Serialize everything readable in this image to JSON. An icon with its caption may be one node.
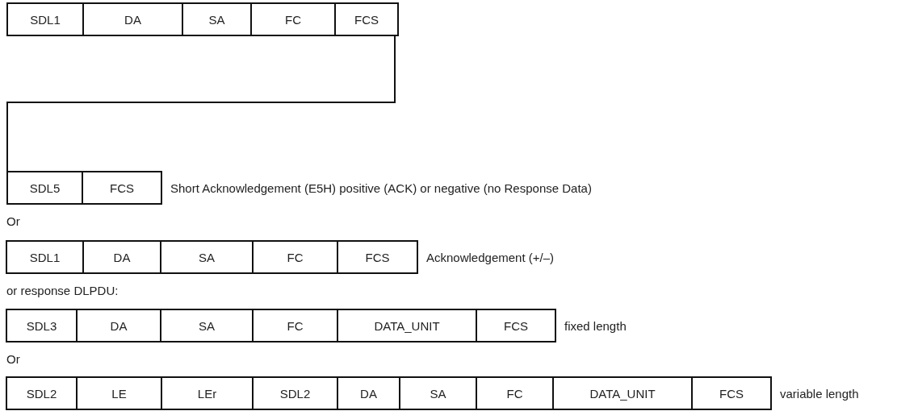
{
  "diagram": {
    "nodes": [
      {
        "text": [],
        "shape": "box"
      },
      {
        "text": [
          "SDL1"
        ],
        "in": 0
      },
      {
        "text": [
          "DA"
        ],
        "in": 0
      },
      {
        "text": [
          "SA"
        ],
        "in": 0
      },
      {
        "text": [
          "FC"
        ],
        "in": 0
      },
      {
        "text": [
          "FCS"
        ],
        "in": 0
      },
      {
        "text": [],
        "shape": "box",
        "beside": [
          "Short Acknowledgement (E5H) positive (ACK) or negative (no Response Data)"
        ]
      },
      {
        "text": [
          "SDL5"
        ],
        "in": 6
      },
      {
        "text": [
          "FCS"
        ],
        "in": 6
      },
      {
        "text": [],
        "shape": "box",
        "beside": [
          "Acknowledgement (+/–)"
        ]
      },
      {
        "text": [
          "SDL1"
        ],
        "in": 9
      },
      {
        "text": [
          "DA"
        ],
        "in": 9
      },
      {
        "text": [
          "SA"
        ],
        "in": 9
      },
      {
        "text": [
          "FC"
        ],
        "in": 9
      },
      {
        "text": [
          "FCS"
        ],
        "in": 9
      },
      {
        "text": [],
        "shape": "box",
        "beside": [
          "fixed length"
        ]
      },
      {
        "text": [
          "SDL3"
        ],
        "in": 15
      },
      {
        "text": [
          "DA"
        ],
        "in": 15
      },
      {
        "text": [
          "SA"
        ],
        "in": 15
      },
      {
        "text": [
          "FC"
        ],
        "in": 15
      },
      {
        "text": [
          "DATA_UNIT"
        ],
        "in": 15
      },
      {
        "text": [
          "FCS"
        ],
        "in": 15
      },
      {
        "text": [],
        "shape": "box",
        "beside": [
          "variable length"
        ]
      },
      {
        "text": [
          "SDL2"
        ],
        "in": 22
      },
      {
        "text": [
          "LE"
        ],
        "in": 22
      },
      {
        "text": [
          "LEr"
        ],
        "in": 22
      },
      {
        "text": [
          "SDL2"
        ],
        "in": 22
      },
      {
        "text": [
          "DA"
        ],
        "in": 22
      },
      {
        "text": [
          "SA"
        ],
        "in": 22
      },
      {
        "text": [
          "FC"
        ],
        "in": 22
      },
      {
        "text": [
          "DATA_UNIT"
        ],
        "in": 22
      },
      {
        "text": [
          "FCS"
        ],
        "in": 22
      }
    ],
    "edges": [
      {
        "from": 0,
        "to": 6,
        "arrow": "none"
      }
    ],
    "labels": [
      "Or",
      "or response DLPDU:",
      "Or"
    ]
  }
}
